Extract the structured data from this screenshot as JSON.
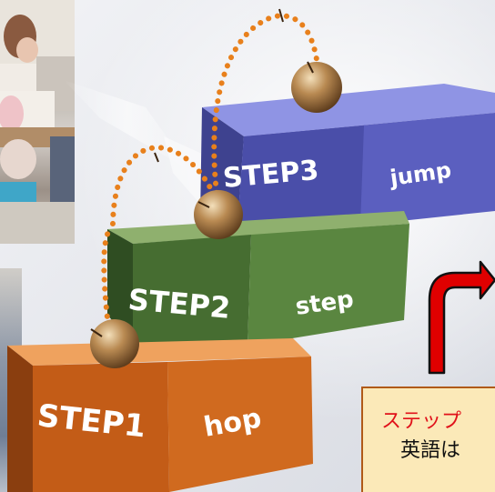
{
  "steps": [
    {
      "label": "STEP1",
      "word": "hop"
    },
    {
      "label": "STEP2",
      "word": "step"
    },
    {
      "label": "STEP3",
      "word": "jump"
    }
  ],
  "note": {
    "line1": "ステップ",
    "line2": "英語は"
  },
  "colors": {
    "step1": "#d06a1f",
    "step2": "#4f7a38",
    "step3": "#5b5fbf",
    "arrow": "#e00000",
    "dots": "#e8801c",
    "note_bg": "#fbe9b8",
    "note_text_red": "#e0111a"
  },
  "icons": {
    "arrow": "arrow-up-right-icon",
    "ball": "ball-icon"
  }
}
